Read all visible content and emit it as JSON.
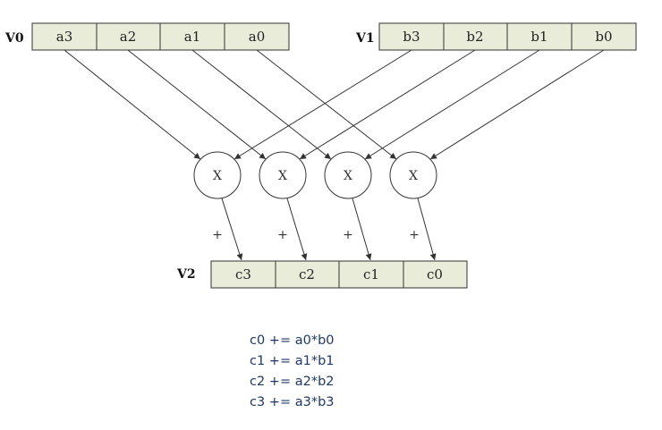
{
  "registers": {
    "v0": {
      "label": "V0",
      "cells": [
        "a3",
        "a2",
        "a1",
        "a0"
      ]
    },
    "v1": {
      "label": "V1",
      "cells": [
        "b3",
        "b2",
        "b1",
        "b0"
      ]
    },
    "v2": {
      "label": "V2",
      "cells": [
        "c3",
        "c2",
        "c1",
        "c0"
      ]
    }
  },
  "multipliers": [
    "X",
    "X",
    "X",
    "X"
  ],
  "plus_signs": [
    "+",
    "+",
    "+",
    "+"
  ],
  "formulas": [
    "c0 += a0*b0",
    "c1 += a1*b1",
    "c2 += a2*b2",
    "c3 += a3*b3"
  ],
  "colors": {
    "cell_fill": "#e8ecd9",
    "border": "#333333",
    "formula_text": "#1f3864"
  }
}
